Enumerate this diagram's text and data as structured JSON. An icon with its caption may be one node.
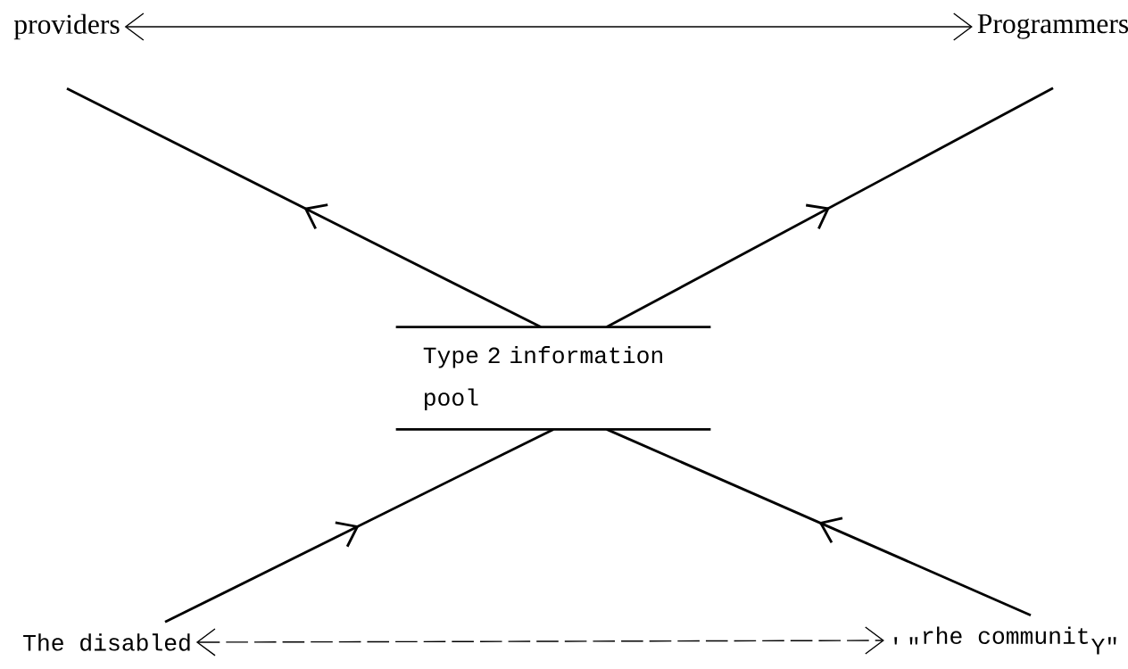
{
  "diagram": {
    "nodes": [
      {
        "text": [
          "providers"
        ]
      },
      {
        "text": [
          "Programmers"
        ]
      },
      {
        "text": [
          "Type 2 information pool"
        ]
      },
      {
        "text": [
          "The disabled"
        ]
      },
      {
        "text": [
          "\\texttt{'\\,\"}^{\\texttt{rhe communit}}\\texttt{Y\"}"
        ]
      }
    ],
    "edges": [
      {
        "from": 2,
        "to": 0,
        "arrow": "to"
      },
      {
        "from": 2,
        "to": 1,
        "arrow": "to"
      },
      {
        "from": 3,
        "to": 2,
        "arrow": "to"
      },
      {
        "from": 4,
        "to": 2,
        "arrow": "to"
      },
      {
        "from": 0,
        "to": 1,
        "arrow": "both"
      },
      {
        "from": 3,
        "to": 4,
        "arrow": "both",
        "style": "dashed"
      }
    ]
  }
}
